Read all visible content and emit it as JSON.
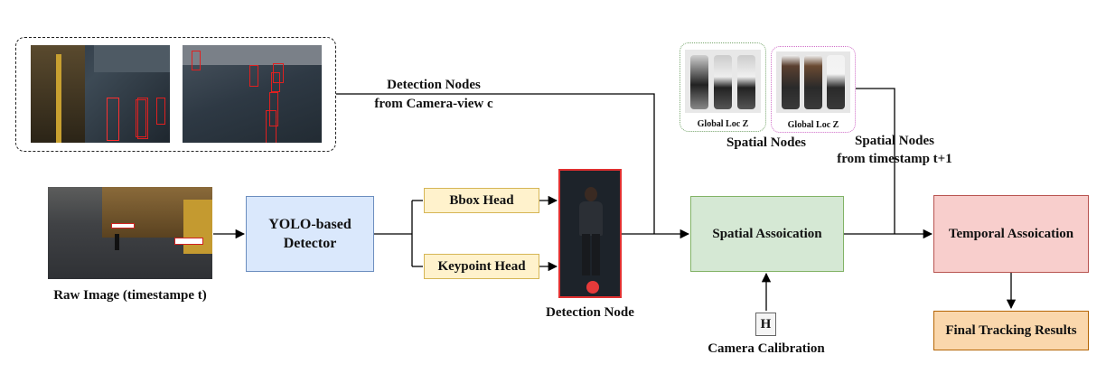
{
  "nodes": {
    "raw_image_label": "Raw Image (timestampe t)",
    "yolo": "YOLO-based Detector",
    "bbox_head": "Bbox Head",
    "keypoint_head": "Keypoint Head",
    "detection_node": "Detection Node",
    "spatial_assoc": "Spatial Assoication",
    "temporal_assoc": "Temporal Assoication",
    "final_results": "Final Tracking Results",
    "calib_symbol": "H",
    "calib_label": "Camera Calibration"
  },
  "edges": {
    "detection_nodes_line1": "Detection Nodes",
    "detection_nodes_line2": "from Camera-view c",
    "spatial_nodes_label": "Spatial Nodes",
    "spatial_nodes_t1_line1": "Spatial Nodes",
    "spatial_nodes_t1_line2": "from timestamp t+1"
  },
  "global_loc": [
    "Global Loc Z",
    "Global Loc Z"
  ],
  "colors": {
    "yolo_fill": "#dae8fc",
    "yolo_border": "#6c8ebf",
    "head_fill": "#fff2cc",
    "head_border": "#d6b656",
    "spatial_fill": "#d5e8d4",
    "spatial_border": "#82b366",
    "temporal_fill": "#f8cecc",
    "temporal_border": "#b85450",
    "final_fill": "#fad7ac",
    "final_border": "#b46504",
    "detection_border": "#e03030"
  }
}
